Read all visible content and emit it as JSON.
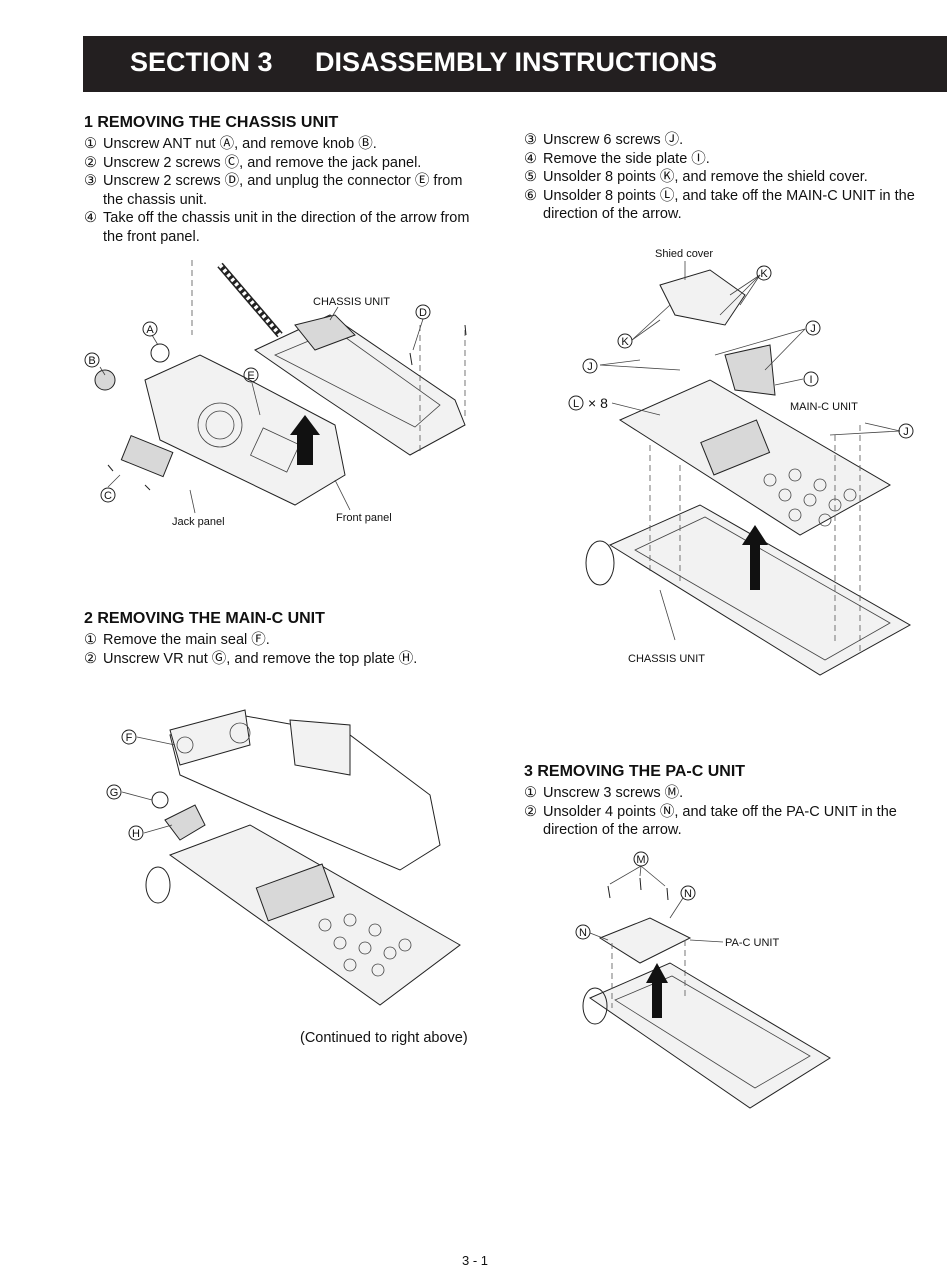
{
  "header": {
    "section_number": "SECTION 3",
    "section_title": "DISASSEMBLY INSTRUCTIONS"
  },
  "section1": {
    "title": "1 REMOVING THE CHASSIS UNIT",
    "steps": [
      {
        "num": "①",
        "text": "Unscrew ANT nut Ⓐ, and remove knob Ⓑ."
      },
      {
        "num": "②",
        "text": "Unscrew 2 screws Ⓒ, and remove the jack panel."
      },
      {
        "num": "③",
        "text": "Unscrew 2 screws Ⓓ, and unplug the connector Ⓔ from the chassis unit."
      },
      {
        "num": "④",
        "text": "Take off the chassis unit in the direction of the arrow from the front panel."
      }
    ],
    "figure": {
      "labels": {
        "chassis_unit": "CHASSIS UNIT",
        "jack_panel": "Jack panel",
        "front_panel": "Front panel"
      },
      "callouts": {
        "a": "A",
        "b": "B",
        "c": "C",
        "d": "D",
        "e": "E"
      }
    }
  },
  "section1_cont": {
    "steps": [
      {
        "num": "③",
        "text": "Unscrew 6 screws Ⓙ."
      },
      {
        "num": "④",
        "text": "Remove the side plate Ⓘ."
      },
      {
        "num": "⑤",
        "text": "Unsolder 8 points Ⓚ, and remove the shield cover."
      },
      {
        "num": "⑥",
        "text": "Unsolder 8 points Ⓛ, and take off the MAIN-C UNIT in the direction of the arrow."
      }
    ],
    "figure": {
      "labels": {
        "shield_cover": "Shied cover",
        "main_c_unit": "MAIN-C UNIT",
        "chassis_unit": "CHASSIS UNIT",
        "times_8": "× 8"
      },
      "callouts": {
        "k": "K",
        "j": "J",
        "i": "I",
        "l": "L"
      }
    }
  },
  "section2": {
    "title": "2 REMOVING THE MAIN-C UNIT",
    "steps": [
      {
        "num": "①",
        "text": "Remove the main seal Ⓕ."
      },
      {
        "num": "②",
        "text": "Unscrew VR nut Ⓖ, and remove the top plate Ⓗ."
      }
    ],
    "figure": {
      "callouts": {
        "f": "F",
        "g": "G",
        "h": "H"
      }
    },
    "continued": "(Continued to right above)"
  },
  "section3": {
    "title": "3 REMOVING THE PA-C UNIT",
    "steps": [
      {
        "num": "①",
        "text": "Unscrew 3 screws Ⓜ."
      },
      {
        "num": "②",
        "text": "Unsolder 4 points Ⓝ, and take off the PA-C UNIT in the direction of the arrow."
      }
    ],
    "figure": {
      "labels": {
        "pa_c_unit": "PA-C UNIT"
      },
      "callouts": {
        "m": "M",
        "n": "N"
      }
    }
  },
  "page_number": "3 - 1"
}
